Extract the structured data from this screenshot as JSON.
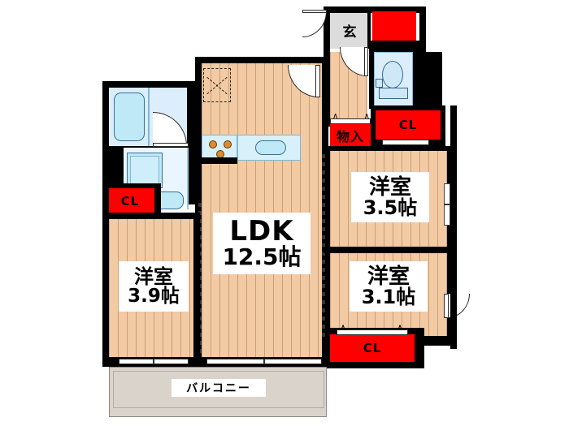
{
  "plan": {
    "type": "japanese-floor-plan",
    "layout_code": "3LDK",
    "rooms": [
      {
        "id": "ldk",
        "name": "LDK",
        "size": "12.5帖",
        "kind": "living-dining-kitchen"
      },
      {
        "id": "washitsu_left",
        "name": "洋室",
        "size": "3.9帖",
        "kind": "western-room"
      },
      {
        "id": "room_upper_right",
        "name": "洋室",
        "size": "3.5帖",
        "kind": "western-room"
      },
      {
        "id": "room_lower_right",
        "name": "洋室",
        "size": "3.1帖",
        "kind": "western-room"
      }
    ],
    "labels": {
      "ldk_name": "LDK",
      "ldk_size": "12.5帖",
      "room_left_name": "洋室",
      "room_left_size": "3.9帖",
      "room_ur_name": "洋室",
      "room_ur_size": "3.5帖",
      "room_lr_name": "洋室",
      "room_lr_size": "3.1帖",
      "balcony": "バルコニー",
      "entrance": "玄",
      "storage": "物入",
      "closet_left": "CL",
      "closet_upper_right": "CL",
      "closet_lower_right": "CL"
    },
    "fixtures": [
      "bathtub",
      "washbasin",
      "washing-machine-space",
      "toilet",
      "kitchen-sink",
      "three-burner-stove",
      "refrigerator-space"
    ],
    "colors": {
      "floor_wood": "#f2caa3",
      "closet_red": "#ff0000",
      "water_area": "#dceefc",
      "wall_black": "#000000",
      "balcony_gray": "#d9d3cb",
      "genkan_gray": "#dcdcdc"
    }
  }
}
